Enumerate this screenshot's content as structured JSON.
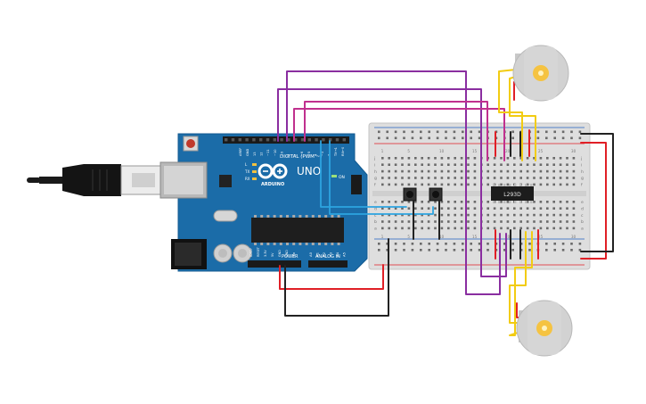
{
  "arduino": {
    "brand": "ARDUINO",
    "model": "UNO",
    "digital_label": "DIGITAL (PWM ~)",
    "power_label": "POWER",
    "analog_label": "ANALOG IN",
    "on_label": "ON",
    "led_labels": [
      "L",
      "TX",
      "RX"
    ],
    "aref_label": "AREF",
    "gnd_label": "GND",
    "digital_pins": [
      "13",
      "12",
      "~11",
      "~10",
      "~9",
      "8",
      "7",
      "~6",
      "~5",
      "4",
      "~3",
      "2",
      "TX→1",
      "RX←0"
    ],
    "power_pins": [
      "IOREF",
      "RESET",
      "3.3V",
      "5V",
      "GND",
      "GND",
      "Vin"
    ],
    "analog_pins": [
      "A0",
      "A1",
      "A2",
      "A3",
      "A4",
      "A5"
    ]
  },
  "breadboard": {
    "row_letters_top": [
      "j",
      "i",
      "h",
      "g",
      "f"
    ],
    "row_letters_bottom": [
      "e",
      "d",
      "c",
      "b",
      "a"
    ],
    "column_numbers": [
      "1",
      "5",
      "10",
      "15",
      "20",
      "25",
      "30"
    ]
  },
  "chip": {
    "label": "L293D"
  },
  "colors": {
    "wire_red": "#e01f26",
    "wire_black": "#222222",
    "wire_purple": "#8a2ea0",
    "wire_magenta": "#c0308e",
    "wire_yellow": "#f2cc12",
    "wire_blue": "#2da4e0",
    "board_blue": "#1b6ca8",
    "breadboard": "#dedede"
  }
}
